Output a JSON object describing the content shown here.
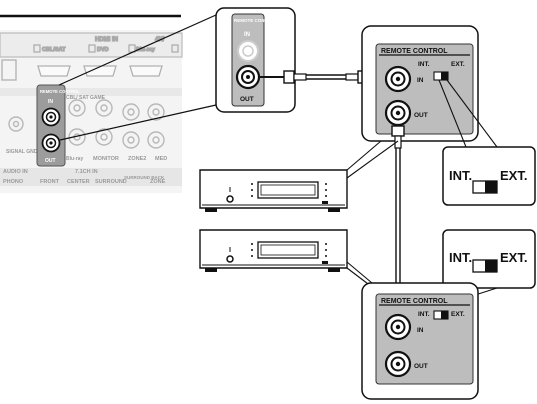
{
  "receiver_panel": {
    "labels": {
      "cbl_sat_hdmi": "CBL/SAT",
      "dvd": "DVD",
      "bluray": "Blu-ray",
      "hdmi_in": "HDMI IN",
      "hdmi_4k": "4K/",
      "remote_control": "REMOTE CONTROL",
      "in": "IN",
      "out": "OUT",
      "cbl_sat": "CBL/ SAT",
      "game": "GAME",
      "bluray_video": "Blu-ray",
      "monitor": "MONITOR",
      "zone2": "ZONE2",
      "med": "MED",
      "signal_gnd": "SIGNAL GND",
      "audio_in": "AUDIO IN",
      "ch71_in": "7.1CH IN",
      "phono": "PHONO",
      "front": "FRONT",
      "center": "CENTER",
      "surround": "SURROUND",
      "surround_back": "SURROUND BACK",
      "zone": "ZONE"
    }
  },
  "zoom_jack": {
    "title": "REMOTE CONTROL",
    "in_label": "IN",
    "out_label": "OUT"
  },
  "device_1_panel": {
    "title": "REMOTE CONTROL",
    "int_label": "INT.",
    "ext_label": "EXT.",
    "in_label": "IN",
    "out_label": "OUT"
  },
  "device_2_panel": {
    "title": "REMOTE CONTROL",
    "int_label": "INT.",
    "ext_label": "EXT.",
    "in_label": "IN",
    "out_label": "OUT"
  },
  "switch_callout_1": {
    "int_label": "INT.",
    "ext_label": "EXT.",
    "position": "EXT."
  },
  "switch_callout_2": {
    "int_label": "INT.",
    "ext_label": "EXT.",
    "position": "EXT."
  },
  "colors": {
    "line": "#111111",
    "panel_gray": "#a8a8a8",
    "receiver_fill": "#e9e9e9"
  }
}
